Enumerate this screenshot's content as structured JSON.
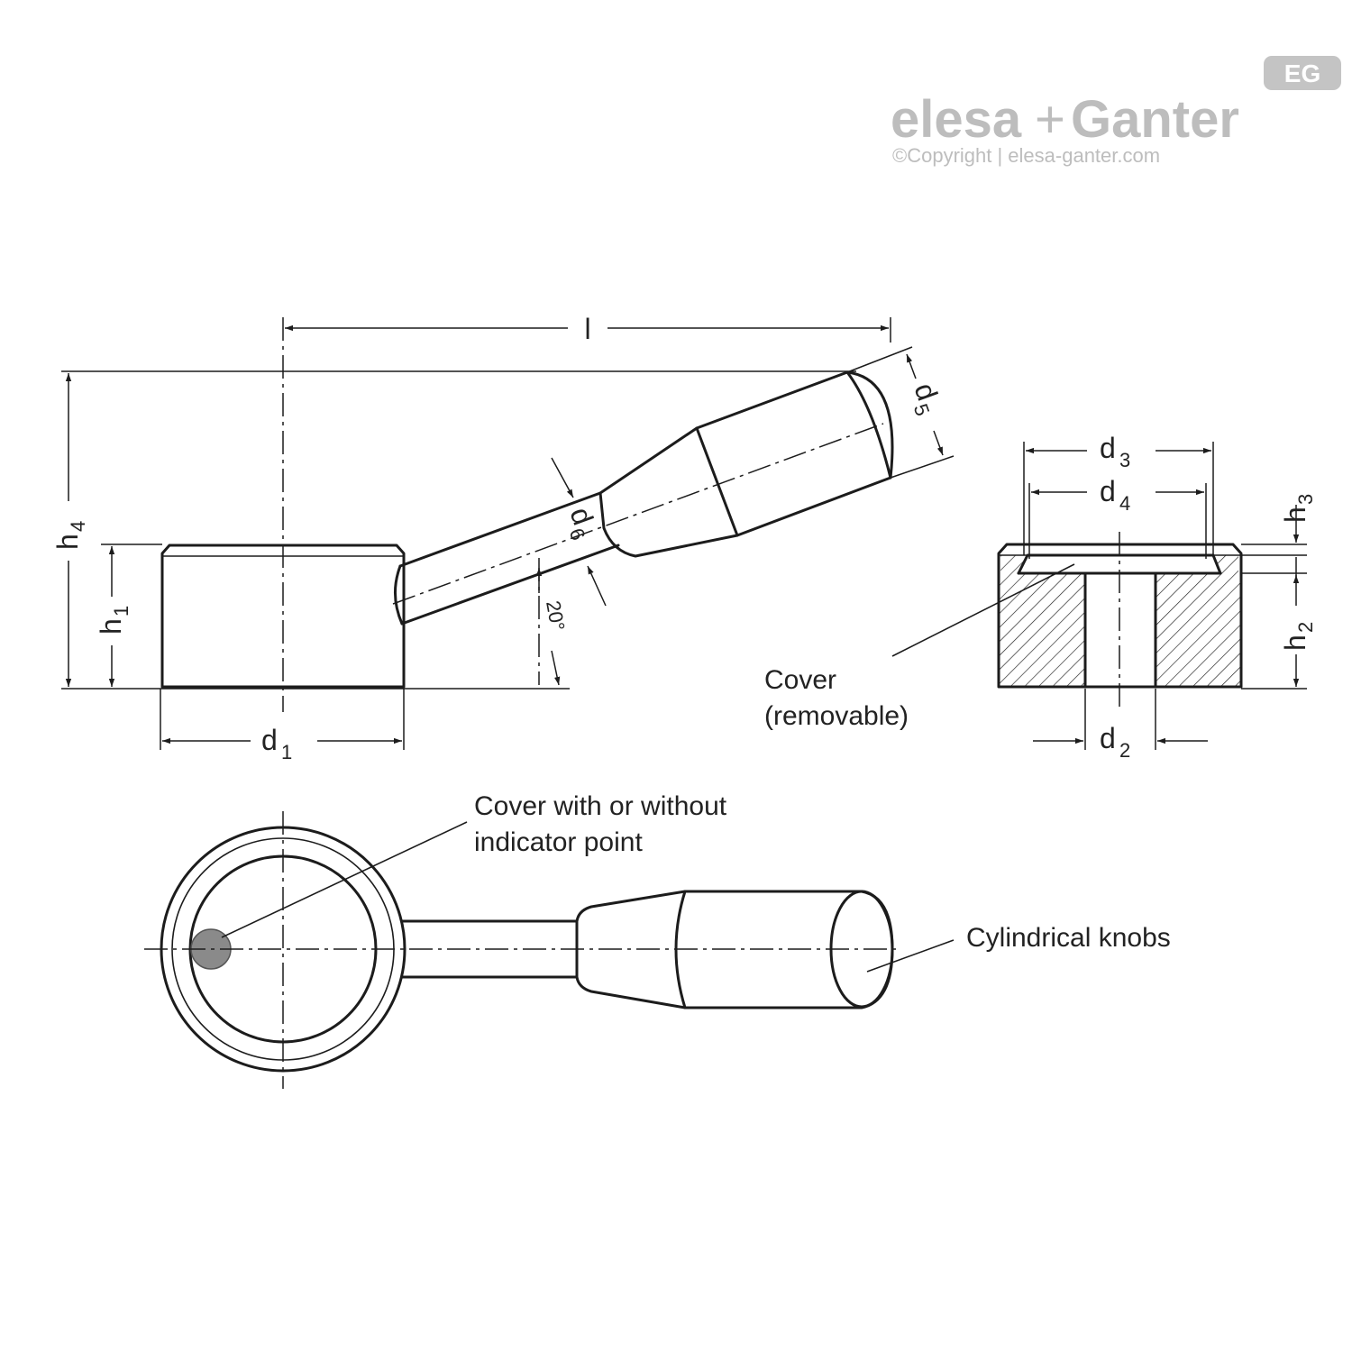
{
  "brand": {
    "name_left": "elesa",
    "plus": "+",
    "name_right": "Ganter",
    "copyright": "©Copyright | elesa-ganter.com",
    "logo_badge": "EG",
    "color": "#bdbdbd"
  },
  "dimensions": {
    "l": "l",
    "h4": "h",
    "h4_sub": "4",
    "h1": "h",
    "h1_sub": "1",
    "d1": "d",
    "d1_sub": "1",
    "d5": "d",
    "d5_sub": "5",
    "d6": "d",
    "d6_sub": "6",
    "angle": "20°",
    "d3": "d",
    "d3_sub": "3",
    "d4": "d",
    "d4_sub": "4",
    "h3": "h",
    "h3_sub": "3",
    "h2": "h",
    "h2_sub": "2",
    "d2": "d",
    "d2_sub": "2"
  },
  "annotations": {
    "cover_line1": "Cover",
    "cover_line2": "(removable)",
    "indicator_line1": "Cover with or without",
    "indicator_line2": "indicator point",
    "knobs": "Cylindrical knobs"
  },
  "colors": {
    "line": "#1c1c1c",
    "indicator_fill": "#8a8a8a"
  }
}
